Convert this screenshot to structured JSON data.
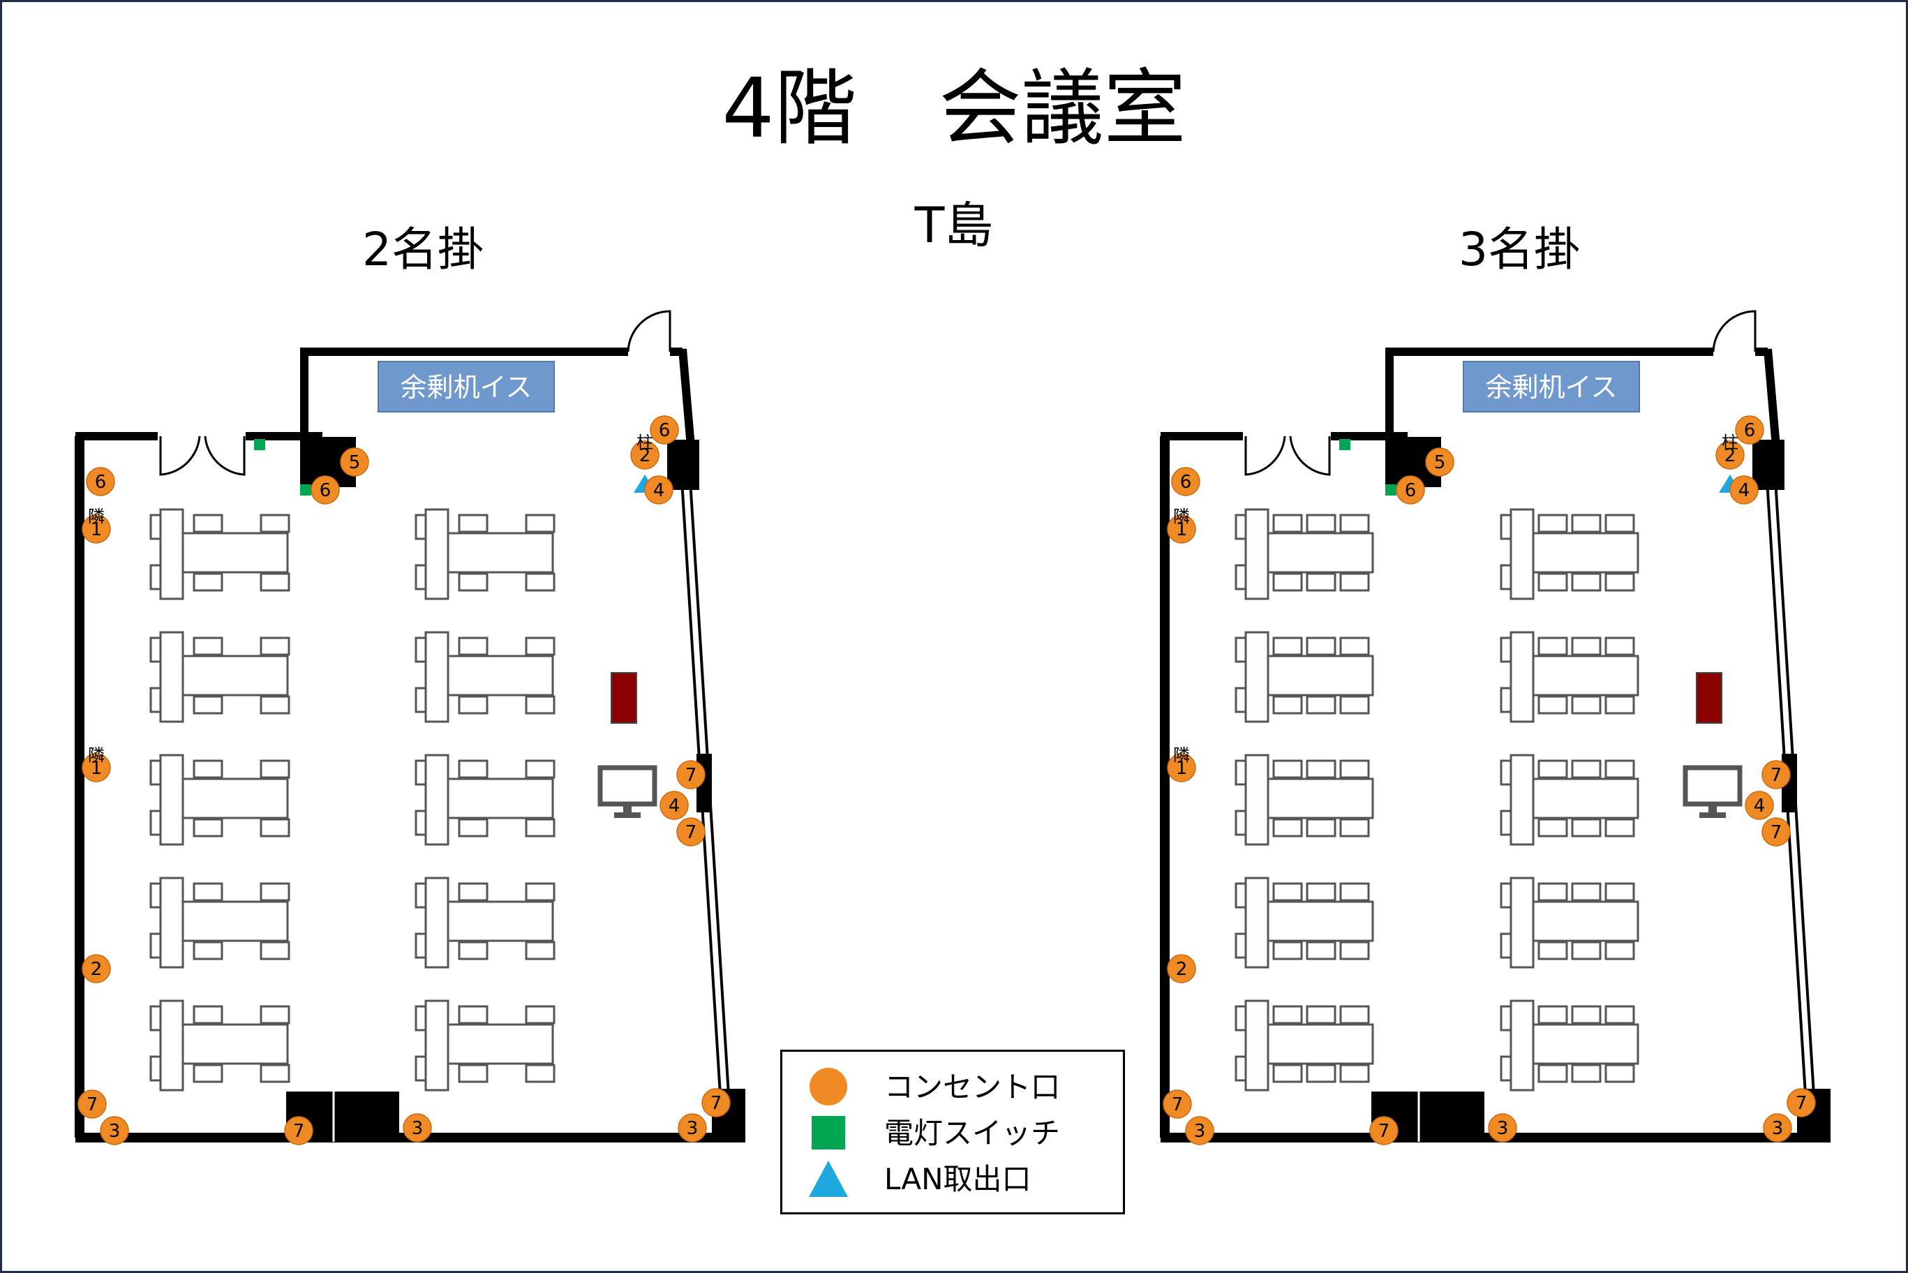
{
  "page": {
    "title": "4階　会議室",
    "subtitle": "T島"
  },
  "plans": [
    {
      "id": "left",
      "label": "2名掛",
      "storage_label": "余剰机イス",
      "seats_per_side": 2,
      "markers": {
        "outlets": [
          {
            "n": "6"
          },
          {
            "n": "1",
            "note": "隣"
          },
          {
            "n": "1",
            "note": "隣"
          },
          {
            "n": "2"
          },
          {
            "n": "7"
          },
          {
            "n": "3"
          },
          {
            "n": "7"
          },
          {
            "n": "3"
          },
          {
            "n": "3"
          },
          {
            "n": "7"
          },
          {
            "n": "6"
          },
          {
            "n": "5"
          },
          {
            "n": "6"
          },
          {
            "n": "2",
            "note": "柱"
          },
          {
            "n": "4"
          },
          {
            "n": "7"
          },
          {
            "n": "4"
          },
          {
            "n": "7"
          }
        ]
      }
    },
    {
      "id": "right",
      "label": "3名掛",
      "storage_label": "余剰机イス",
      "seats_per_side": 3,
      "markers": {
        "outlets": [
          {
            "n": "6"
          },
          {
            "n": "1",
            "note": "隣"
          },
          {
            "n": "1",
            "note": "隣"
          },
          {
            "n": "2"
          },
          {
            "n": "7"
          },
          {
            "n": "3"
          },
          {
            "n": "7"
          },
          {
            "n": "3"
          },
          {
            "n": "3"
          },
          {
            "n": "7"
          },
          {
            "n": "6"
          },
          {
            "n": "5"
          },
          {
            "n": "6"
          },
          {
            "n": "2",
            "note": "柱"
          },
          {
            "n": "4"
          },
          {
            "n": "7"
          },
          {
            "n": "4"
          },
          {
            "n": "7"
          }
        ]
      }
    }
  ],
  "legend": {
    "items": [
      {
        "symbol": "orange-circle",
        "label": "コンセント口"
      },
      {
        "symbol": "green-square",
        "label": "電灯スイッチ"
      },
      {
        "symbol": "blue-triangle",
        "label": "LAN取出口"
      }
    ]
  },
  "colors": {
    "outlet": "#f08a24",
    "switch": "#00a651",
    "lan": "#1ea8e0",
    "storage": "#6f98cc",
    "podium": "#8b0000",
    "wall": "#000000",
    "border": "#1f2d4a"
  }
}
